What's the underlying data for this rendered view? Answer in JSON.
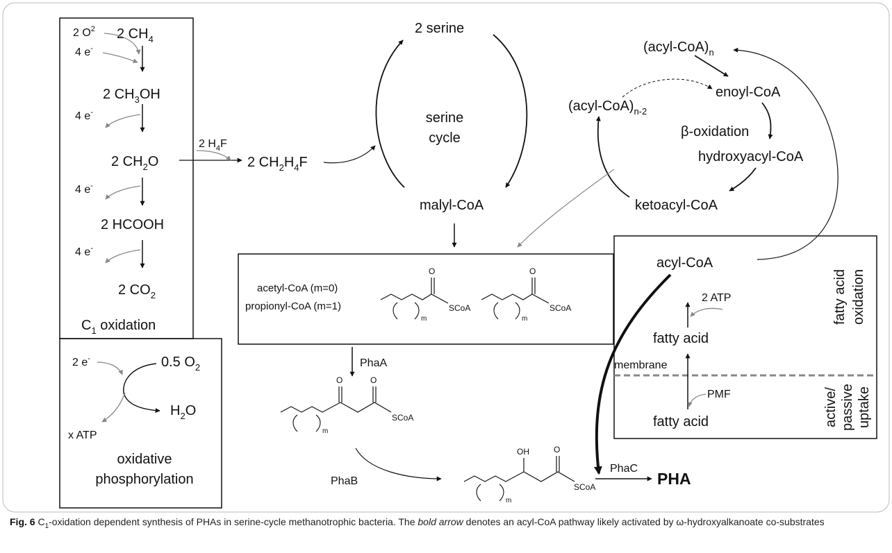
{
  "c1_box": {
    "o2": "2 O",
    "o2_sub": "2",
    "ch4": "2 CH",
    "ch4_sub": "4",
    "e1": "4 e",
    "methanol_a": "2 CH",
    "methanol_sub": "3",
    "methanol_b": "OH",
    "e2": "4 e",
    "formaldehyde_a": "2 CH",
    "formaldehyde_sub": "2",
    "formaldehyde_b": "O",
    "e3": "4 e",
    "formate": "2 HCOOH",
    "e4": "4 e",
    "co2": "2 CO",
    "co2_sub": "2",
    "minus": "-",
    "title_a": "C",
    "title_sub": "1",
    "title_b": " oxidation"
  },
  "oxphos_box": {
    "e": "2 e",
    "o2": "0.5 O",
    "o2_sub": "2",
    "h2o_a": "H",
    "h2o_sub": "2",
    "h2o_b": "O",
    "atp": "x ATP",
    "title_1": "oxidative",
    "title_2": "phosphorylation"
  },
  "h4f": {
    "label_a": "2 H",
    "label_sub": "4",
    "label_b": "F",
    "product_a": "2 CH",
    "product_sub1": "2",
    "product_b": "H",
    "product_sub2": "4",
    "product_c": "F"
  },
  "serine_cycle": {
    "serine": "2 serine",
    "center_1": "serine",
    "center_2": "cycle",
    "malyl": "malyl-CoA"
  },
  "beta_oxidation": {
    "acyl_n": "(acyl-CoA)",
    "acyl_n_sub": "n",
    "acyl_n2": "(acyl-CoA)",
    "acyl_n2_sub": "n-2",
    "enoyl": "enoyl-CoA",
    "center": "β-oxidation",
    "hydroxy": "hydroxyacyl-CoA",
    "keto": "ketoacyl-CoA"
  },
  "acyl_box": {
    "acetyl": "acetyl-CoA (m=0)",
    "propionyl": "propionyl-CoA (m=1)",
    "o": "O",
    "m": "m",
    "scoa": "SCoA"
  },
  "fatty_box": {
    "acyl": "acyl-CoA",
    "atp": "2 ATP",
    "fatty1": "fatty acid",
    "membrane": "membrane",
    "pmf": "PMF",
    "fatty2": "fatty acid",
    "side_1": "fatty acid",
    "side_2": "oxidation",
    "side_3": "active/",
    "side_4": "passive",
    "side_5": "uptake"
  },
  "lower": {
    "phaa": "PhaA",
    "phab": "PhaB",
    "phac": "PhaC",
    "pha": "PHA",
    "o": "O",
    "oh": "OH",
    "m": "m",
    "scoa": "SCoA"
  },
  "caption": {
    "label": "Fig. 6",
    "c": " C",
    "c_sub": "1",
    "text1": "-oxidation dependent synthesis of PHAs in serine-cycle methanotrophic bacteria. The ",
    "emph": "bold arrow",
    "text2": " denotes an acyl-CoA pathway likely activated by ω-hydroxyalkanoate co-substrates"
  }
}
